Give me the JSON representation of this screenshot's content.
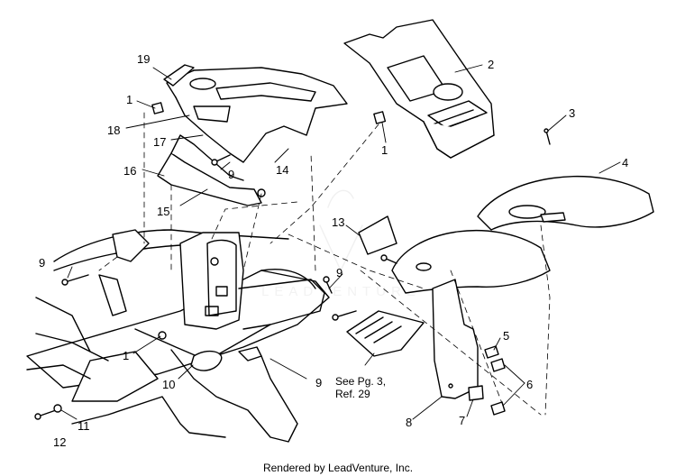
{
  "callouts": {
    "c19": "19",
    "c1a": "1",
    "c18": "18",
    "c17": "17",
    "c16": "16",
    "c15": "15",
    "c9a": "9",
    "c14": "14",
    "c2": "2",
    "c1b": "1",
    "c3": "3",
    "c4": "4",
    "c13": "13",
    "c9b": "9",
    "c9c": "9",
    "c1c": "1",
    "c10": "10",
    "c9d": "9",
    "c11": "11",
    "c12": "12",
    "c5": "5",
    "c6": "6",
    "c7": "7",
    "c8": "8"
  },
  "reference_note": {
    "line1": "See Pg. 3,",
    "line2": "Ref. 29"
  },
  "watermark": {
    "text": "LEADVENTURE"
  },
  "footer": {
    "text": "Rendered by LeadVenture, Inc."
  }
}
